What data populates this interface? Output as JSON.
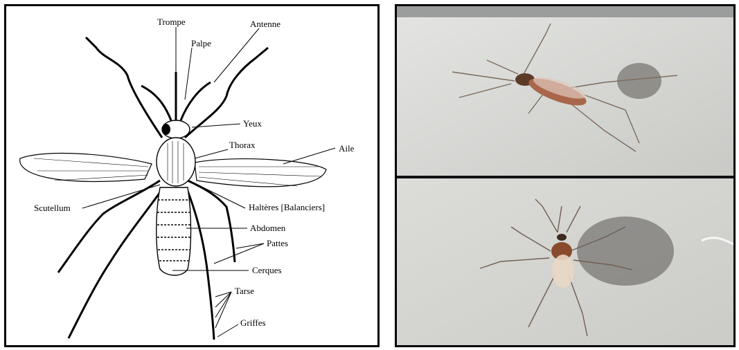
{
  "diagram": {
    "labels": {
      "trompe": "Trompe",
      "palpe": "Palpe",
      "antenne": "Antenne",
      "yeux": "Yeux",
      "thorax": "Thorax",
      "aile": "Aile",
      "scutellum": "Scutellum",
      "halteres": "Haltères [Balanciers]",
      "abdomen": "Abdomen",
      "pattes": "Pattes",
      "cerques": "Cerques",
      "tarse": "Tarse",
      "griffes": "Griffes"
    }
  },
  "photos": {
    "top": "mosquito-photo-side-view",
    "bottom": "mosquito-photo-top-view"
  },
  "colors": {
    "frame": "#000000",
    "photo_background": "#d9d9d6",
    "mosquito_body": "#8a4a2c"
  }
}
